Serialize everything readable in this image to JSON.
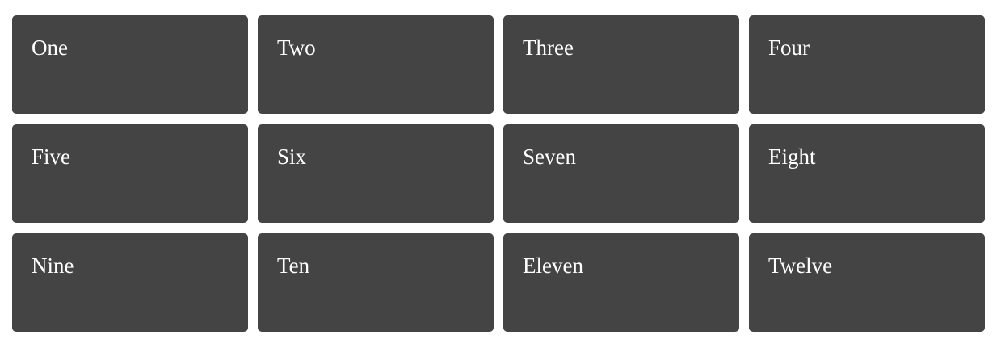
{
  "colors": {
    "card_background": "#444444",
    "card_text": "#ffffff",
    "page_background": "#ffffff"
  },
  "cards": [
    {
      "label": "One"
    },
    {
      "label": "Two"
    },
    {
      "label": "Three"
    },
    {
      "label": "Four"
    },
    {
      "label": "Five"
    },
    {
      "label": "Six"
    },
    {
      "label": "Seven"
    },
    {
      "label": "Eight"
    },
    {
      "label": "Nine"
    },
    {
      "label": "Ten"
    },
    {
      "label": "Eleven"
    },
    {
      "label": "Twelve"
    }
  ]
}
